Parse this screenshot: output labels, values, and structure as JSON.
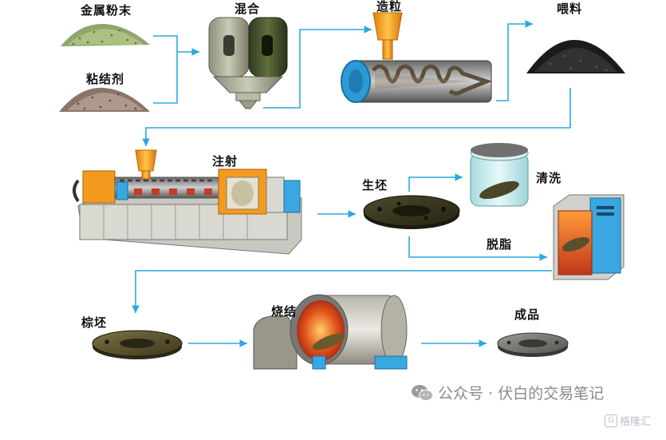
{
  "labels": {
    "metal_powder": "金属粉末",
    "binder": "粘结剂",
    "mixing": "混合",
    "granulation": "造粒",
    "feedstock": "喂料",
    "injection": "注射",
    "green_part": "生坯",
    "cleaning": "清洗",
    "debinding": "脱脂",
    "brown_part": "棕坯",
    "sintering": "烧结",
    "finished_product": "成品"
  },
  "watermark": {
    "text": "公众号 · 伏白的交易笔记",
    "icon": "wechat-icon"
  },
  "brand": {
    "text": "格隆汇",
    "icon_glyph": "G"
  },
  "colors": {
    "arrow": "#29a8e0",
    "orange": "#f39a1e",
    "blue_accent": "#3aa7e0",
    "machine_gray": "#d8d8d2",
    "green_part": "#3b3a22",
    "brown_part": "#5c5432",
    "furnace_red": "#d0401a"
  }
}
